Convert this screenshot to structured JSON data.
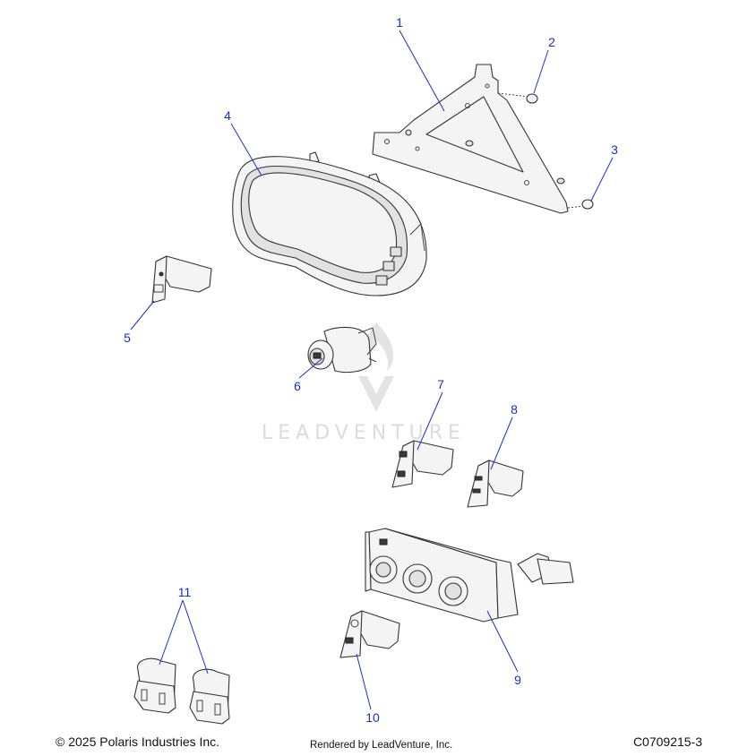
{
  "callouts": [
    "1",
    "2",
    "3",
    "4",
    "5",
    "6",
    "7",
    "8",
    "9",
    "10",
    "11"
  ],
  "watermark": "LEADVENTURE",
  "footer": {
    "copyright": "© 2025 Polaris Industries Inc.",
    "rendered_by": "Rendered by LeadVenture, Inc.",
    "diagram_code": "C0709215-3"
  },
  "colors": {
    "callout": "#1a2fc8",
    "line_art": "#333333",
    "watermark": "#dcdcdc"
  }
}
